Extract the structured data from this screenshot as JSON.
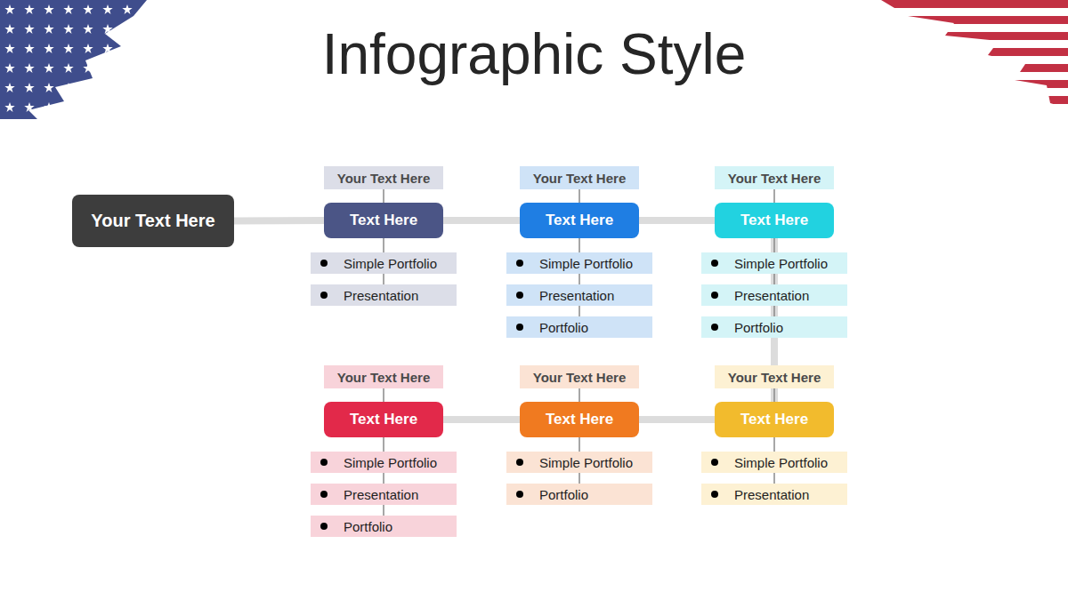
{
  "diagram": {
    "title": "Infographic Style",
    "nodes": [
      {
        "text": [
          "Your Text Here"
        ]
      },
      {
        "text": [
          "Your Text Here"
        ]
      },
      {
        "text": [
          "Text Here"
        ]
      },
      {
        "text": [
          "Simple Portfolio"
        ]
      },
      {
        "text": [
          "Presentation"
        ]
      },
      {
        "text": [
          "Your Text Here"
        ]
      },
      {
        "text": [
          "Text Here"
        ]
      },
      {
        "text": [
          "Simple Portfolio"
        ]
      },
      {
        "text": [
          "Presentation"
        ]
      },
      {
        "text": [
          "Portfolio"
        ]
      },
      {
        "text": [
          "Your Text Here"
        ]
      },
      {
        "text": [
          "Text Here"
        ]
      },
      {
        "text": [
          "Simple Portfolio"
        ]
      },
      {
        "text": [
          "Presentation"
        ]
      },
      {
        "text": [
          "Portfolio"
        ]
      },
      {
        "text": [
          "Your Text Here"
        ]
      },
      {
        "text": [
          "Text Here"
        ]
      },
      {
        "text": [
          "Simple Portfolio"
        ]
      },
      {
        "text": [
          "Presentation"
        ]
      },
      {
        "text": [
          "Portfolio"
        ]
      },
      {
        "text": [
          "Your Text Here"
        ]
      },
      {
        "text": [
          "Text Here"
        ]
      },
      {
        "text": [
          "Simple Portfolio"
        ]
      },
      {
        "text": [
          "Portfolio"
        ]
      },
      {
        "text": [
          "Your Text Here"
        ]
      },
      {
        "text": [
          "Text Here"
        ]
      },
      {
        "text": [
          "Simple Portfolio"
        ]
      },
      {
        "text": [
          "Presentation"
        ]
      }
    ],
    "edges": [
      {
        "from": 0,
        "to": 2,
        "arrow": "none"
      },
      {
        "from": 2,
        "to": 6,
        "arrow": "none"
      },
      {
        "from": 6,
        "to": 11,
        "arrow": "none"
      },
      {
        "from": 11,
        "to": 25,
        "arrow": "none"
      },
      {
        "from": 25,
        "to": 21,
        "arrow": "none"
      },
      {
        "from": 21,
        "to": 16,
        "arrow": "none"
      },
      {
        "from": 1,
        "to": 2,
        "arrow": "none"
      },
      {
        "from": 2,
        "to": 3,
        "arrow": "none"
      },
      {
        "from": 3,
        "to": 4,
        "arrow": "none"
      },
      {
        "from": 5,
        "to": 6,
        "arrow": "none"
      },
      {
        "from": 6,
        "to": 7,
        "arrow": "none"
      },
      {
        "from": 7,
        "to": 8,
        "arrow": "none"
      },
      {
        "from": 8,
        "to": 9,
        "arrow": "none"
      },
      {
        "from": 10,
        "to": 11,
        "arrow": "none"
      },
      {
        "from": 11,
        "to": 12,
        "arrow": "none"
      },
      {
        "from": 12,
        "to": 13,
        "arrow": "none"
      },
      {
        "from": 13,
        "to": 14,
        "arrow": "none"
      },
      {
        "from": 15,
        "to": 16,
        "arrow": "none"
      },
      {
        "from": 16,
        "to": 17,
        "arrow": "none"
      },
      {
        "from": 17,
        "to": 18,
        "arrow": "none"
      },
      {
        "from": 18,
        "to": 19,
        "arrow": "none"
      },
      {
        "from": 20,
        "to": 21,
        "arrow": "none"
      },
      {
        "from": 21,
        "to": 22,
        "arrow": "none"
      },
      {
        "from": 22,
        "to": 23,
        "arrow": "none"
      },
      {
        "from": 24,
        "to": 25,
        "arrow": "none"
      },
      {
        "from": 25,
        "to": 26,
        "arrow": "none"
      },
      {
        "from": 26,
        "to": 27,
        "arrow": "none"
      }
    ]
  }
}
